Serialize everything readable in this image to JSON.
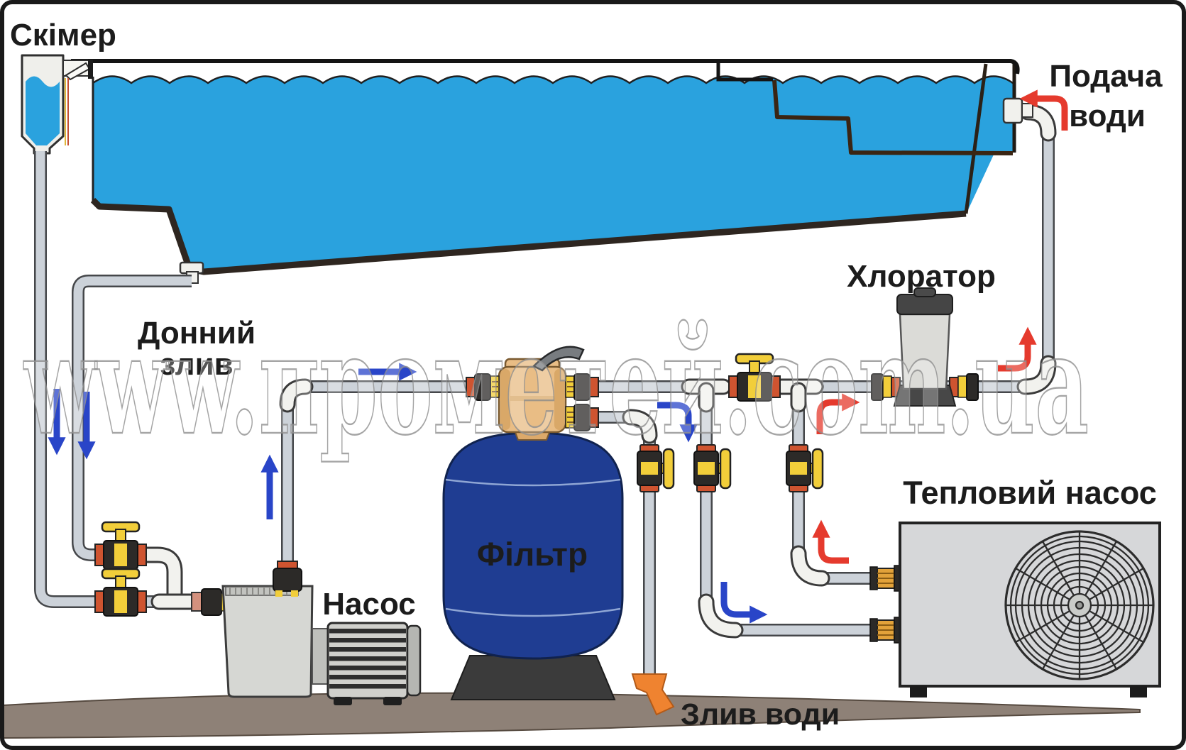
{
  "diagram": {
    "labels": {
      "skimmer": "Скімер",
      "water_supply_line1": "Подача",
      "water_supply_line2": "води",
      "bottom_drain_line1": "Донний",
      "bottom_drain_line2": "злив",
      "chlorinator": "Хлоратор",
      "filter": "Фільтр",
      "pump": "Насос",
      "heat_pump": "Тепловий насос",
      "water_drain": "Злив води"
    },
    "watermark": "www.прометей.com.ua",
    "colors": {
      "water": "#2aa2de",
      "tank": "#1f3d92",
      "ground": "#8e8177",
      "arrow_blue": "#2945c8",
      "arrow_red": "#e53a2d"
    }
  }
}
